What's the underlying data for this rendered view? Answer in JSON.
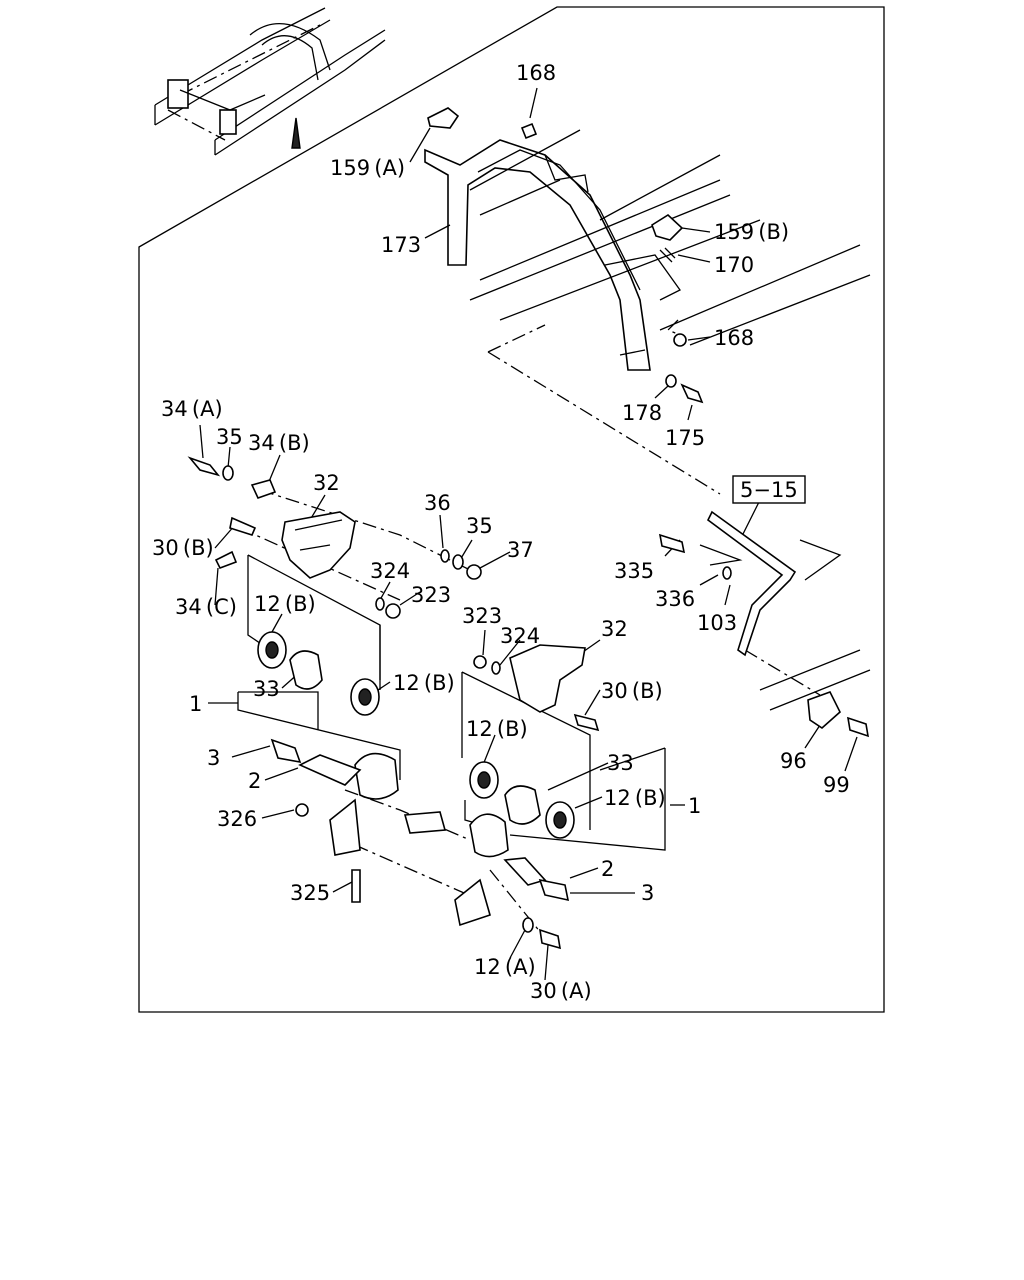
{
  "diagram": {
    "labels": {
      "l168a": "168",
      "l159a": "159 (A)",
      "l173": "173",
      "l159b": "159 (B)",
      "l170": "170",
      "l168b": "168",
      "l178": "178",
      "l175": "175",
      "l34a": "34 (A)",
      "l35a": "35",
      "l34b": "34 (B)",
      "l32a": "32",
      "l36": "36",
      "l35b": "35",
      "l37": "37",
      "l30b1": "30 (B)",
      "l324a": "324",
      "l323a": "323",
      "l34c": "34 (C)",
      "l12b1": "12 (B)",
      "l33a": "33",
      "l12b2": "12 (B)",
      "l1a": "1",
      "l3a": "3",
      "l2a": "2",
      "l326": "326",
      "l325": "325",
      "l323b": "323",
      "l324b": "324",
      "l32b": "32",
      "l30b2": "30 (B)",
      "l12b3": "12 (B)",
      "l33b": "33",
      "l12b4": "12 (B)",
      "l1b": "1",
      "l2b": "2",
      "l3b": "3",
      "l12a": "12 (A)",
      "l30a": "30 (A)",
      "l515": "5−15",
      "l335": "335",
      "l336": "336",
      "l103": "103",
      "l96": "96",
      "l99": "99"
    }
  }
}
